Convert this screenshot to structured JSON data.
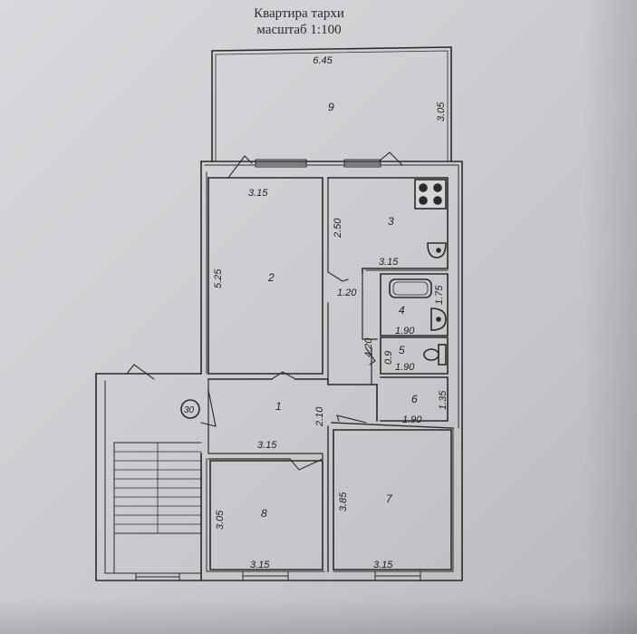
{
  "header": {
    "title": "Квартира тархи",
    "scale": "масштаб 1:100"
  },
  "rooms": {
    "r1": "1",
    "r2": "2",
    "r3": "3",
    "r4": "4",
    "r5": "5",
    "r6": "6",
    "r7": "7",
    "r8": "8",
    "r9": "9"
  },
  "dimensions": {
    "balcony_width": "6.45",
    "balcony_depth": "3.05",
    "room2_width": "3.15",
    "room2_length": "5.25",
    "room3_depth": "2.50",
    "room3_width": "3.15",
    "corridor_width": "1.20",
    "bath_depth": "1.75",
    "bath_width": "1.90",
    "wc_left": "4.20",
    "wc_depth": "0.9",
    "wc_width": "1.90",
    "room6_depth": "1.35",
    "room6_width": "1.90",
    "hall_width": "3.15",
    "hall_depth": "2.10",
    "room8_depth": "3.05",
    "room8_width": "3.15",
    "room7_depth": "3.85",
    "room7_width": "3.15"
  },
  "markers": {
    "stair_mark": "30"
  },
  "colors": {
    "paper": "#cfd0d3",
    "ink": "#1f1f1f",
    "wall": "#2a2a2a"
  }
}
